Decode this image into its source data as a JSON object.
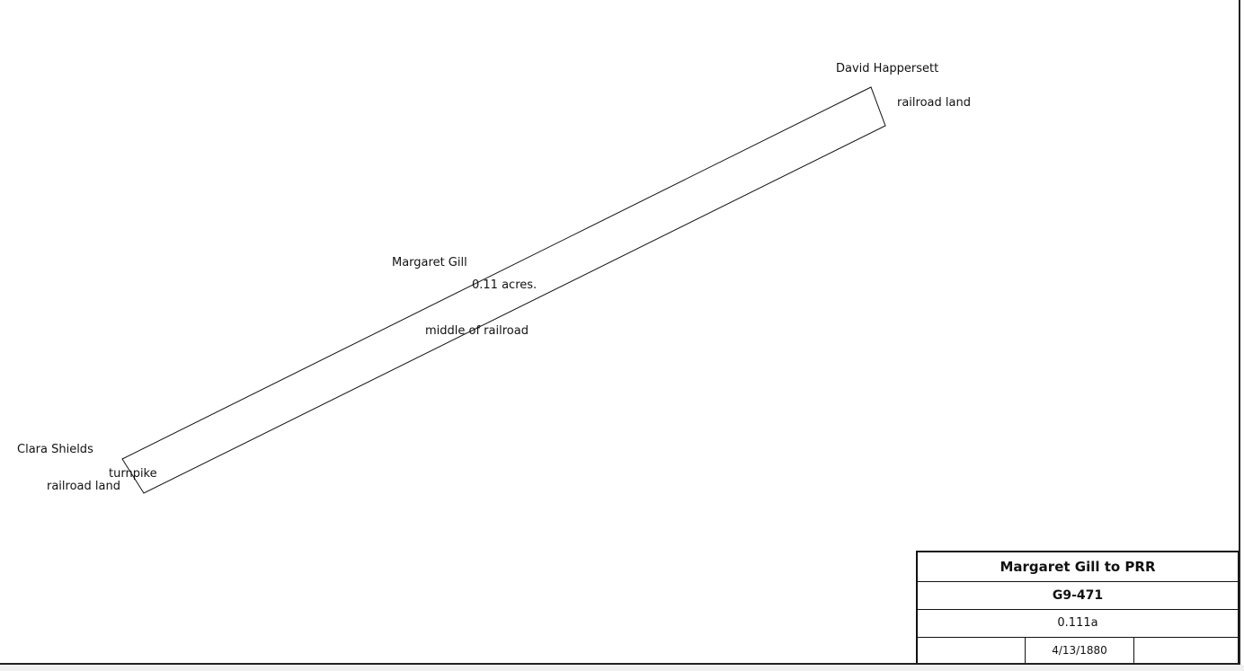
{
  "parcel": {
    "neighbor_north": "David Happersett",
    "neighbor_east": "railroad land",
    "grantor_label": "Margaret Gill",
    "acreage_label": "0.11 acres.",
    "center_label": "middle of railroad",
    "neighbor_west": "Clara Shields",
    "road_label": "turnpike",
    "neighbor_southwest": "railroad land"
  },
  "title_block": {
    "title": "Margaret Gill to PRR",
    "deed_id": "G9-471",
    "area": "0.111a",
    "date": "4/13/1880",
    "left_cell": "",
    "right_cell": ""
  },
  "colors": {
    "line": "#111111",
    "background": "#ffffff",
    "footer": "#f0f0f0"
  }
}
